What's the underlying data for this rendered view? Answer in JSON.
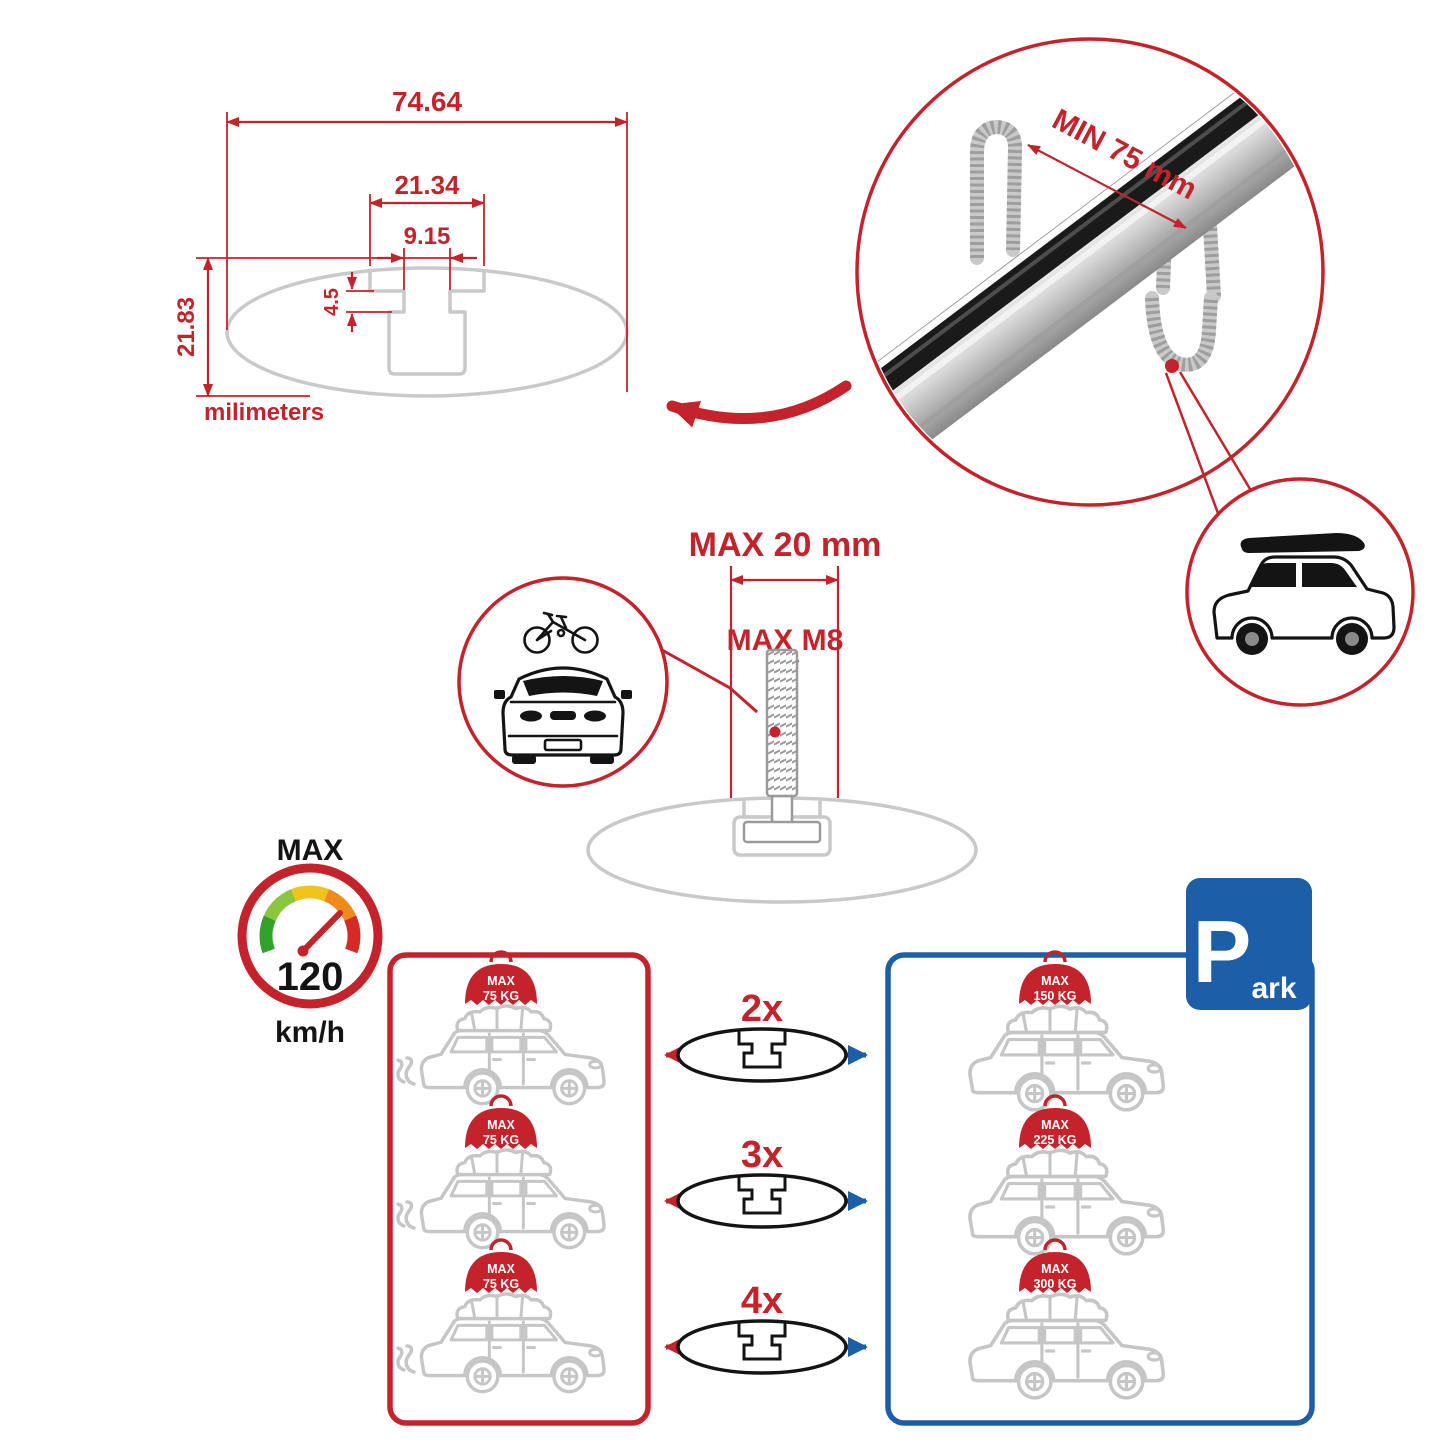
{
  "colors": {
    "accent_red": "#c4232b",
    "accent_blue": "#1c5fa8",
    "drawing_gray": "#c9c9c9",
    "ink": "#141414"
  },
  "profile_dims": {
    "total_width": "74.64",
    "channel_width": "21.34",
    "slot_width": "9.15",
    "lip_depth": "4.5",
    "height": "21.83",
    "units_label": "milimeters"
  },
  "bar_callout": {
    "min_spacing": "MIN 75 mm"
  },
  "bolt_callout": {
    "max_length": "MAX 20 mm",
    "max_thread": "MAX M8"
  },
  "speed_badge": {
    "label": "MAX",
    "value": "120",
    "units": "km/h"
  },
  "driving_panel": {
    "cars": [
      {
        "tag_line1": "MAX",
        "tag_line2": "75 KG"
      },
      {
        "tag_line1": "MAX",
        "tag_line2": "75 KG"
      },
      {
        "tag_line1": "MAX",
        "tag_line2": "75 KG"
      }
    ]
  },
  "parked_panel": {
    "sign_letter": "P",
    "sign_rest": "ark",
    "cars": [
      {
        "tag_line1": "MAX",
        "tag_line2": "150 KG"
      },
      {
        "tag_line1": "MAX",
        "tag_line2": "225 KG"
      },
      {
        "tag_line1": "MAX",
        "tag_line2": "300 KG"
      }
    ]
  },
  "multipliers": [
    {
      "label": "2x"
    },
    {
      "label": "3x"
    },
    {
      "label": "4x"
    }
  ]
}
